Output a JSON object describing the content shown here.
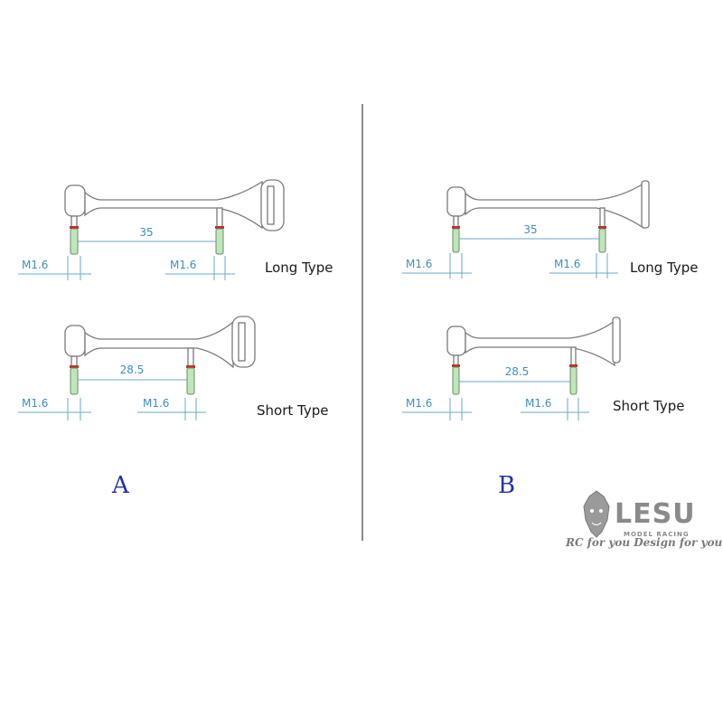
{
  "panels": [
    {
      "letter": "A",
      "long": {
        "label": "Long Type",
        "length": "35",
        "thread_left": "M1.6",
        "thread_right": "M1.6"
      },
      "short": {
        "label": "Short Type",
        "length": "28.5",
        "thread_left": "M1.6",
        "thread_right": "M1.6"
      }
    },
    {
      "letter": "B",
      "long": {
        "label": "Long Type",
        "length": "35",
        "thread_left": "M1.6",
        "thread_right": "M1.6"
      },
      "short": {
        "label": "Short Type",
        "length": "28.5",
        "thread_left": "M1.6",
        "thread_right": "M1.6"
      }
    }
  ],
  "logo": {
    "brand": "LESU",
    "sub": "MODEL RACING",
    "tagline": "RC for you Design for you"
  },
  "colors": {
    "line": "#8a8a8a",
    "dimension": "#6aa8c8",
    "dimension_text": "#3f8fc0",
    "stud": "#bfe6b8",
    "collar": "#c0302a",
    "letter": "#2233aa"
  }
}
